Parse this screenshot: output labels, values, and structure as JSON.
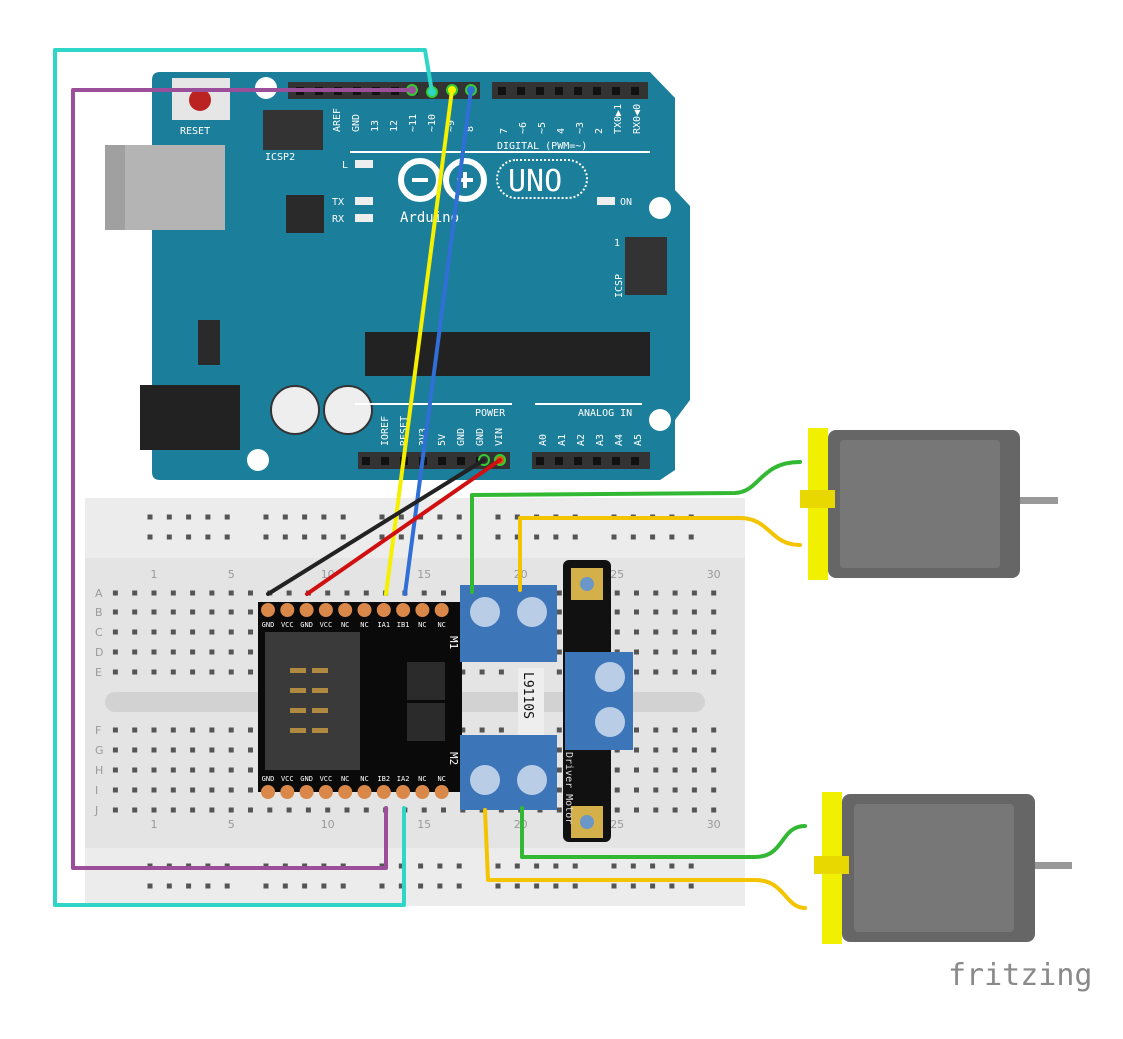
{
  "arduino": {
    "reset_label": "RESET",
    "icsp2_label": "ICSP2",
    "icsp_label": "ICSP",
    "icsp_pin1": "1",
    "digital_header": [
      "AREF",
      "GND",
      "13",
      "12",
      "~11",
      "~10",
      "~9",
      "8"
    ],
    "digital_header2": [
      "7",
      "~6",
      "~5",
      "4",
      "~3",
      "2",
      "TX0▶1",
      "RX0◀0"
    ],
    "digital_label": "DIGITAL (PWM=~)",
    "led_l": "L",
    "led_tx": "TX",
    "led_rx": "RX",
    "led_on": "ON",
    "logo_text": "Arduino",
    "model": "UNO",
    "power_header": [
      "IOREF",
      "RESET",
      "3V3",
      "5V",
      "GND",
      "GND",
      "VIN"
    ],
    "power_label": "POWER",
    "analog_header": [
      "A0",
      "A1",
      "A2",
      "A3",
      "A4",
      "A5"
    ],
    "analog_label": "ANALOG IN",
    "color": "#1b7e9b"
  },
  "breadboard": {
    "rows_top": [
      "A",
      "B",
      "C",
      "D",
      "E"
    ],
    "rows_bottom": [
      "F",
      "G",
      "H",
      "I",
      "J"
    ],
    "column_labels": [
      "1",
      "5",
      "10",
      "15",
      "20",
      "25",
      "30"
    ]
  },
  "driver": {
    "chip_label": "L9110S",
    "m1_label": "M1",
    "m2_label": "M2",
    "top_pins": [
      "GND",
      "VCC",
      "GND",
      "VCC",
      "NC",
      "NC",
      "IA1",
      "IB1",
      "NC",
      "NC"
    ],
    "bottom_pins": [
      "GND",
      "VCC",
      "GND",
      "VCC",
      "NC",
      "NC",
      "IB2",
      "IA2",
      "NC",
      "NC"
    ],
    "aux_label": "Driver Motor"
  },
  "wires": {
    "cyan": "#2fd6c8",
    "purple": "#9b4f9b",
    "yellow": "#f5f000",
    "blue": "#2f6fd6",
    "black": "#222222",
    "red": "#d01010",
    "green": "#33b833",
    "gold": "#f5c400"
  },
  "motors": {
    "count": 2,
    "plate_color": "#f0f000",
    "body_color": "#666666"
  },
  "watermark": "fritzing"
}
